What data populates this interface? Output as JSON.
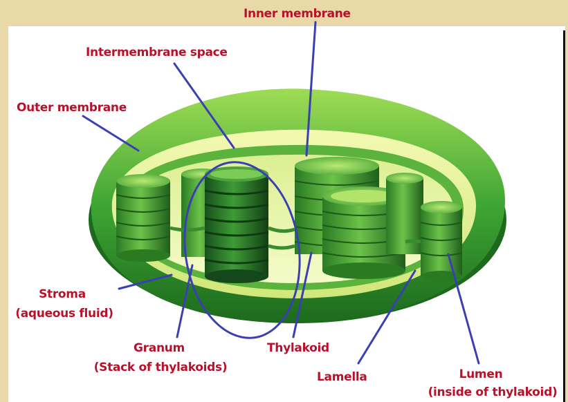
{
  "diagram": {
    "colors": {
      "page_background": "#e9d9a8",
      "panel": "#ffffff",
      "label_text": "#b8112a",
      "pointer_lines": "#3a3fb3",
      "membrane_green": "#2f9a2f",
      "stroma": "#dff29a"
    },
    "labels": {
      "inner_membrane": "Inner membrane",
      "intermembrane_space": "Intermembrane space",
      "outer_membrane": "Outer membrane",
      "stroma": "Stroma",
      "stroma_note": "(aqueous fluid)",
      "granum": "Granum",
      "granum_note": "(Stack of thylakoids)",
      "thylakoid": "Thylakoid",
      "lamella": "Lamella",
      "lumen": "Lumen",
      "lumen_note": "(inside of thylakoid)"
    }
  }
}
